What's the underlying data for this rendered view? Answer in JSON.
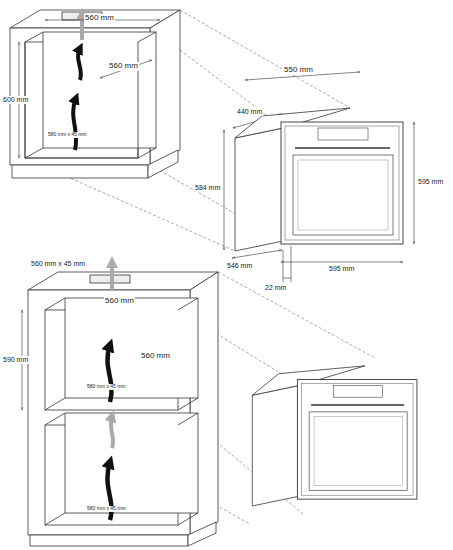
{
  "diagram": {
    "labels": [
      "560 mm",
      "560 mm",
      "600 mm",
      "580 mm x 45 mm",
      "550 mm",
      "440 mm",
      "584 mm",
      "595 mm",
      "546 mm",
      "22 mm",
      "595 mm",
      "560 mm x 45 mm",
      "560 mm",
      "590 mm",
      "560 mm",
      "580 mm x 45 mm",
      "580 mm x 45 mm"
    ]
  }
}
